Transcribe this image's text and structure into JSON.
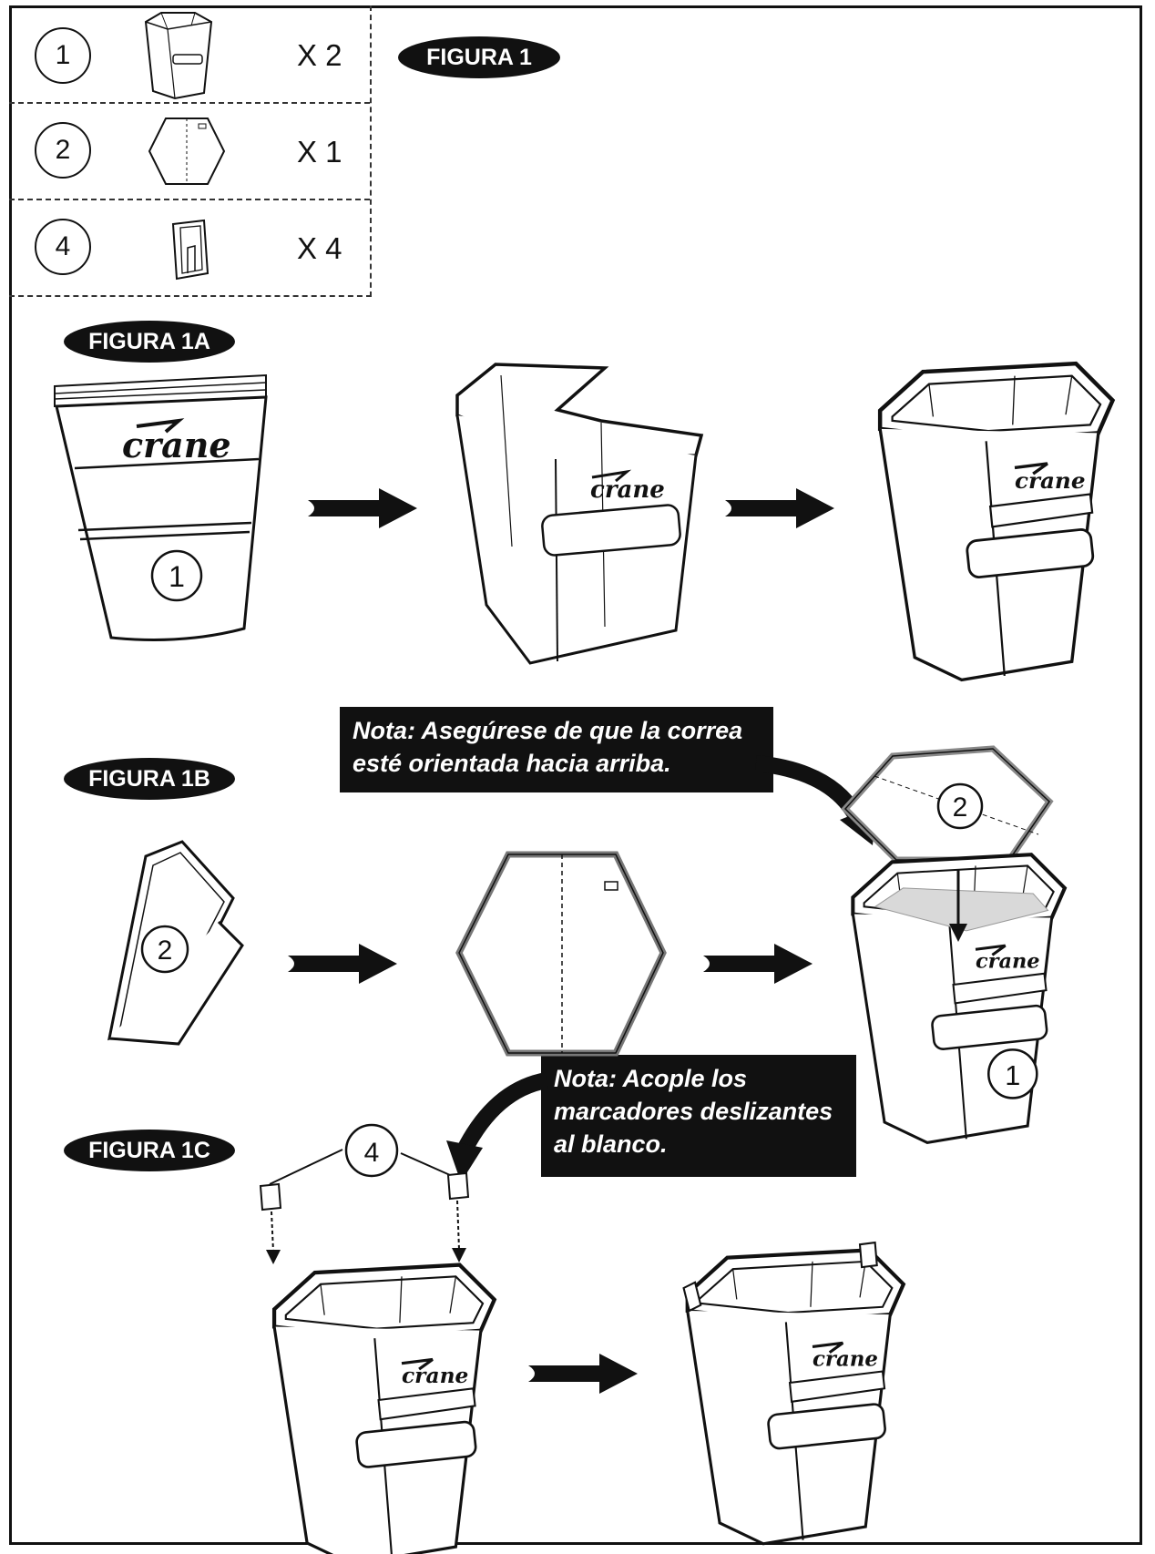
{
  "figures": {
    "main": "FIGURA 1",
    "a": "FIGURA 1A",
    "b": "FIGURA 1B",
    "c": "FIGURA 1C"
  },
  "parts": [
    {
      "number": "1",
      "quantity": "X 2",
      "icon": "bin-icon"
    },
    {
      "number": "2",
      "quantity": "X 1",
      "icon": "hexagon-base-icon"
    },
    {
      "number": "4",
      "quantity": "X 4",
      "icon": "slide-marker-icon"
    }
  ],
  "notes": {
    "strap": [
      "Nota: Asegúrese de que la correa",
      "esté orientada hacia arriba."
    ],
    "markers": [
      "Nota: Acople los",
      "marcadores deslizantes",
      "al blanco."
    ]
  },
  "brand": "crane",
  "labels": {
    "bin": "1",
    "base": "2",
    "marker": "4"
  },
  "colors": {
    "ink": "#111111",
    "fill": "#ffffff",
    "shade": "#d9d9d9"
  }
}
